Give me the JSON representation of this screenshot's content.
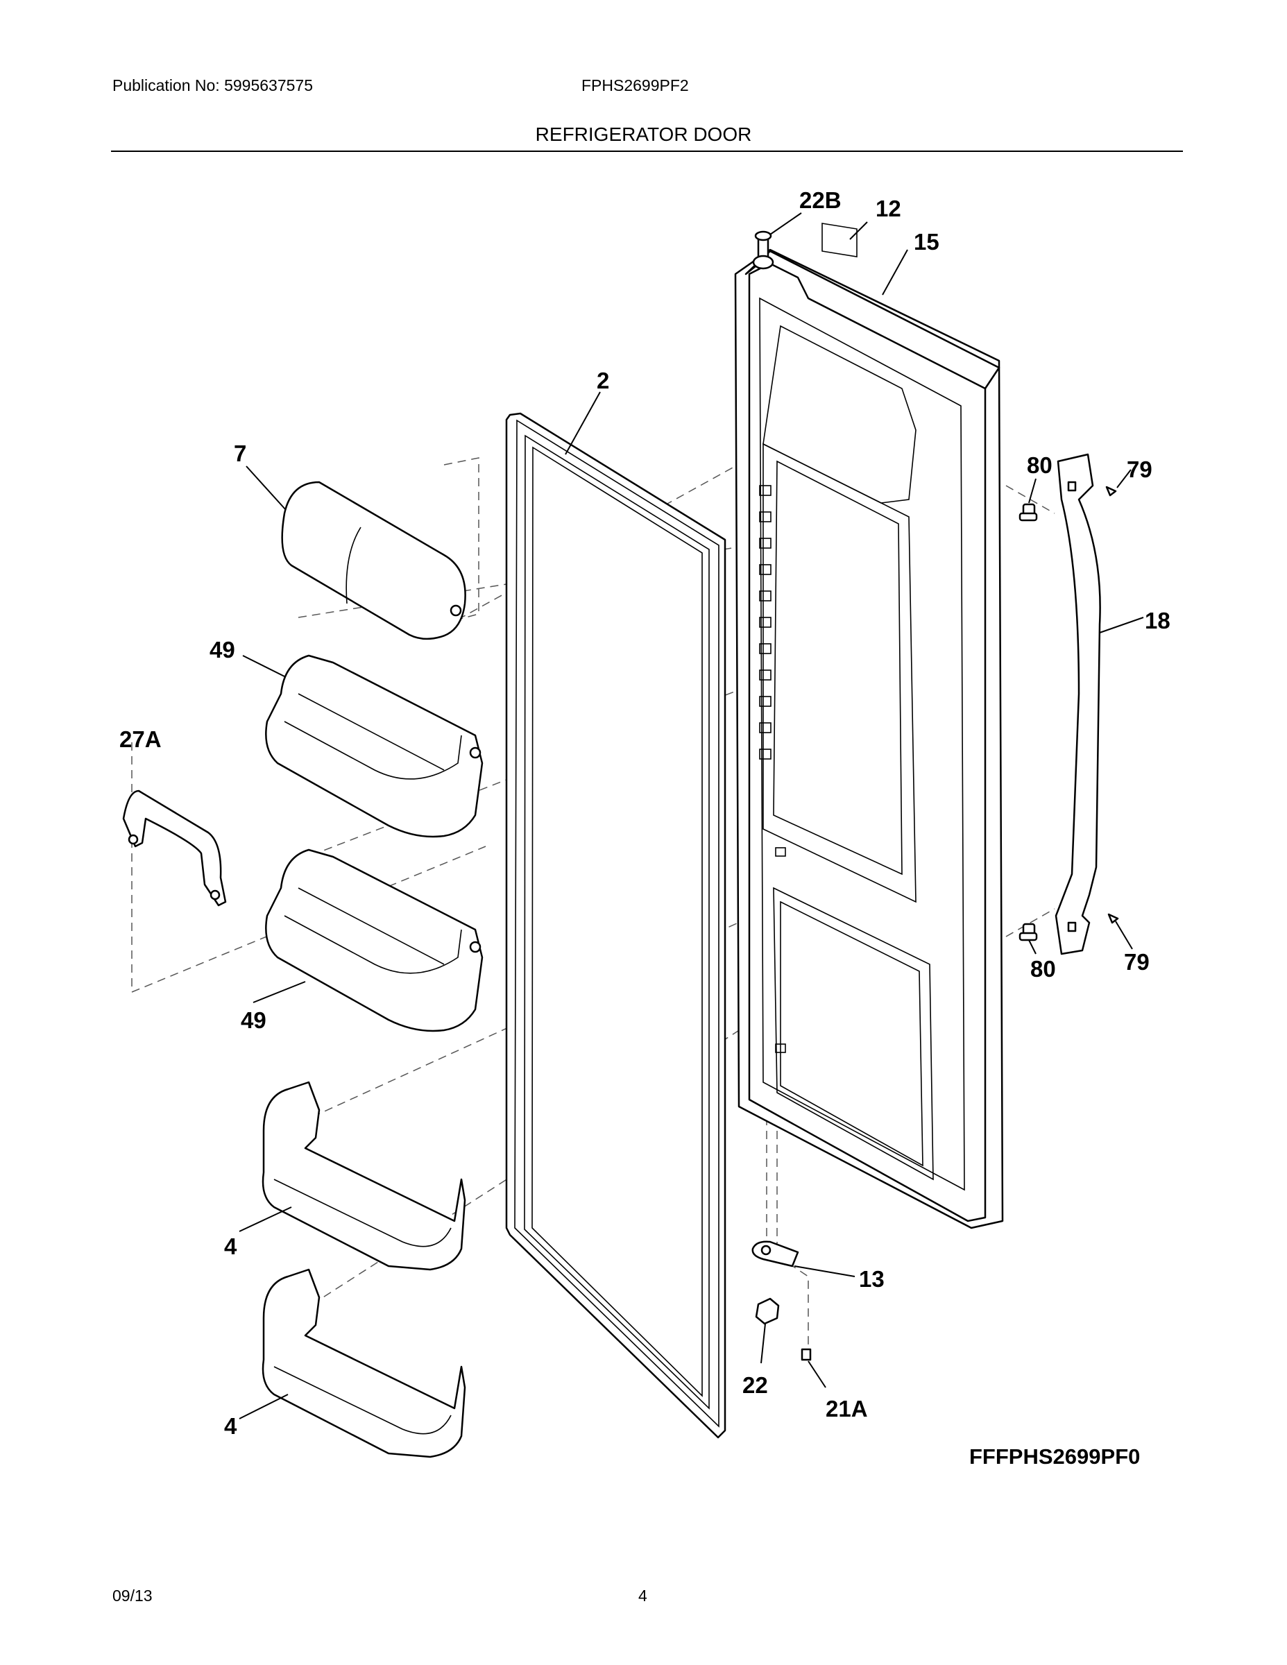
{
  "header": {
    "publication": "Publication No: 5995637575",
    "model": "FPHS2699PF2",
    "section_title": "REFRIGERATOR DOOR"
  },
  "footer": {
    "date": "09/13",
    "page": "4"
  },
  "diagram": {
    "code": "FFFPHS2699PF0",
    "callouts": {
      "c22b": "22B",
      "c12": "12",
      "c15": "15",
      "c2": "2",
      "c7": "7",
      "c49a": "49",
      "c49b": "49",
      "c27a": "27A",
      "c4a": "4",
      "c4b": "4",
      "c80a": "80",
      "c79a": "79",
      "c18": "18",
      "c80b": "80",
      "c79b": "79",
      "c13": "13",
      "c22": "22",
      "c21a": "21A"
    }
  }
}
